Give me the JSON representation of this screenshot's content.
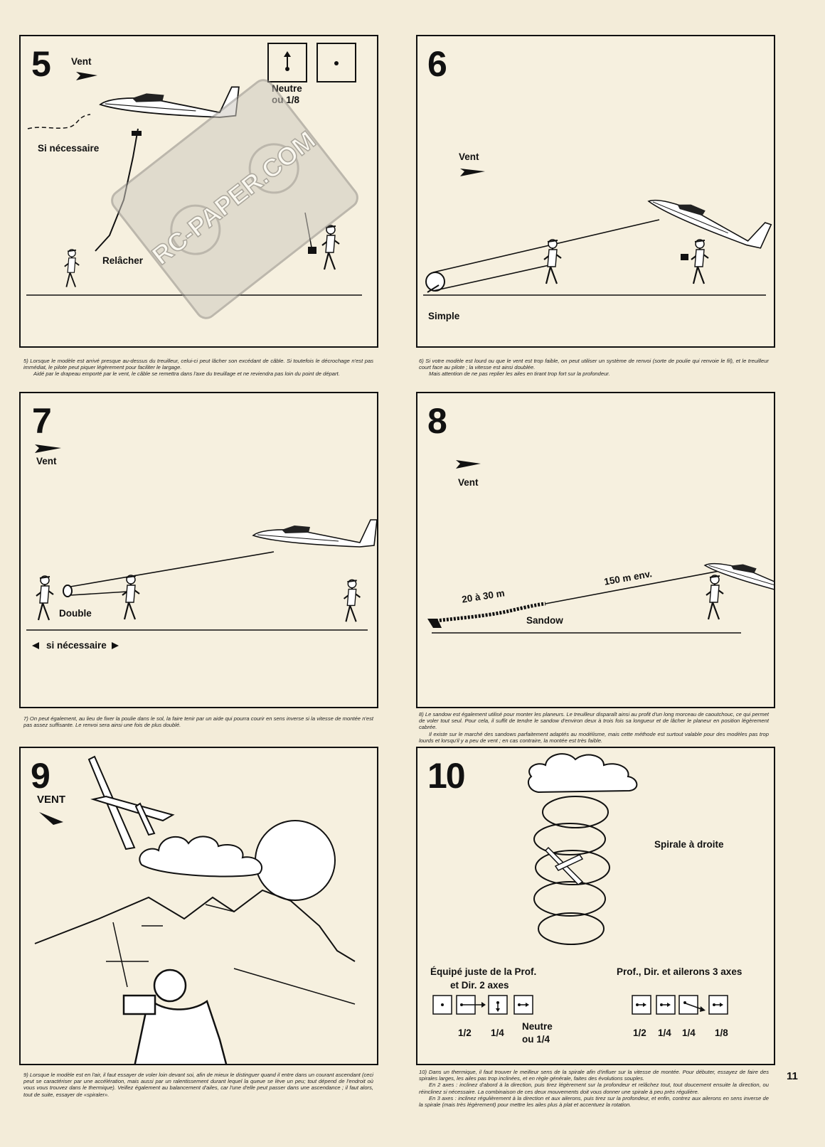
{
  "page_number": "11",
  "watermark": "RC-PAPER.COM",
  "panels": {
    "p5": {
      "number": "5",
      "labels": {
        "vent": "Vent",
        "neutre": "Neutre",
        "neutre_value": "ou 1/8",
        "si_necessaire": "Si nécessaire",
        "relacher": "Relâcher"
      },
      "caption": [
        "5) Lorsque le modèle est arrivé presque au-dessus du treuilleur, celui-ci peut lâcher son excédant de câble. Si toutefois le décrochage n'est pas immédiat, le pilote peut piquer légèrement pour faciliter le largage.",
        "Aidé par le drapeau emporté par le vent, le câble se remettra dans l'axe du treuillage et ne reviendra pas loin du point de départ."
      ]
    },
    "p6": {
      "number": "6",
      "labels": {
        "vent": "Vent",
        "simple": "Simple"
      },
      "caption": [
        "6) Si votre modèle est lourd ou que le vent est trop faible, on peut utiliser un système de renvoi (sorte de poulie qui renvoie le fil), et le treuilleur court face au pilote ; la vitesse est ainsi doublée.",
        "Mais attention de ne pas replier les ailes en tirant trop fort sur la profondeur."
      ]
    },
    "p7": {
      "number": "7",
      "labels": {
        "vent": "Vent",
        "double": "Double",
        "si_necessaire": "si nécessaire"
      },
      "caption": [
        "7) On peut également, au lieu de fixer la poulie dans le sol, la faire tenir par un aide qui pourra courir en sens inverse si la vitesse de montée n'est pas assez suffisante. Le renvoi sera ainsi une fois de plus doublé."
      ]
    },
    "p8": {
      "number": "8",
      "labels": {
        "vent": "Vent",
        "distance_short": "20 à 30 m",
        "distance_long": "150 m env.",
        "sandow": "Sandow"
      },
      "caption": [
        "8) Le sandow est également utilisé pour monter les planeurs. Le treuilleur disparaît ainsi au profit d'un long morceau de caoutchouc, ce qui permet de voler tout seul. Pour cela, il suffit de tendre le sandow d'environ deux à trois fois sa longueur et de lâcher le planeur en position légèrement cabrée.",
        "Il existe sur le marché des sandows parfaitement adaptés au modélisme, mais cette méthode est surtout valable pour des modèles pas trop lourds et lorsqu'il y a peu de vent ; en cas contraire, la montée est très faible."
      ]
    },
    "p9": {
      "number": "9",
      "labels": {
        "vent": "VENT"
      },
      "caption": [
        "9) Lorsque le modèle est en l'air, il faut essayer de voler loin devant soi, afin de mieux le distinguer quand il entre dans un courant ascendant (ceci peut se caractériser par une accélération, mais aussi par un ralentissement durant lequel la queue se lève un peu; tout dépend de l'endroit où vous vous trouvez dans le thermique). Veillez également au balancement d'ailes, car l'une d'elle peut passer dans une ascendance ; il faut alors, tout de suite, essayer de «spiraler»."
      ]
    },
    "p10": {
      "number": "10",
      "labels": {
        "spirale": "Spirale à droite",
        "left_title_1": "Équipé juste de la Prof.",
        "left_title_2": "et Dir. 2 axes",
        "right_title": "Prof., Dir. et ailerons 3 axes",
        "left_values": [
          "1/2",
          "1/4"
        ],
        "left_neutre": "Neutre",
        "left_neutre_value": "ou 1/4",
        "right_values": [
          "1/2",
          "1/4",
          "1/4",
          "1/8"
        ]
      },
      "caption": [
        "10) Dans un thermique, il faut trouver le meilleur sens de la spirale afin d'influer sur la vitesse de montée. Pour débuter, essayez de faire des spirales larges, les ailes pas trop inclinées, et en règle générale, faites des évolutions souples.",
        "En 2 axes : inclinez d'abord à la direction, puis tirez légèrement sur la profondeur et relâchez tout, tout doucement ensuite la direction, ou réinclinez si nécessaire. La combinaison de ces deux mouvements doit vous donner une spirale à peu près régulière.",
        "En 3 axes : inclinez régulièrement à la direction et aux ailerons, puis tirez sur la profondeur, et enfin, contrez aux ailerons en sens inverse de la spirale (mais très légèrement) pour mettre les ailes plus à plat et accentuez la rotation."
      ]
    }
  }
}
